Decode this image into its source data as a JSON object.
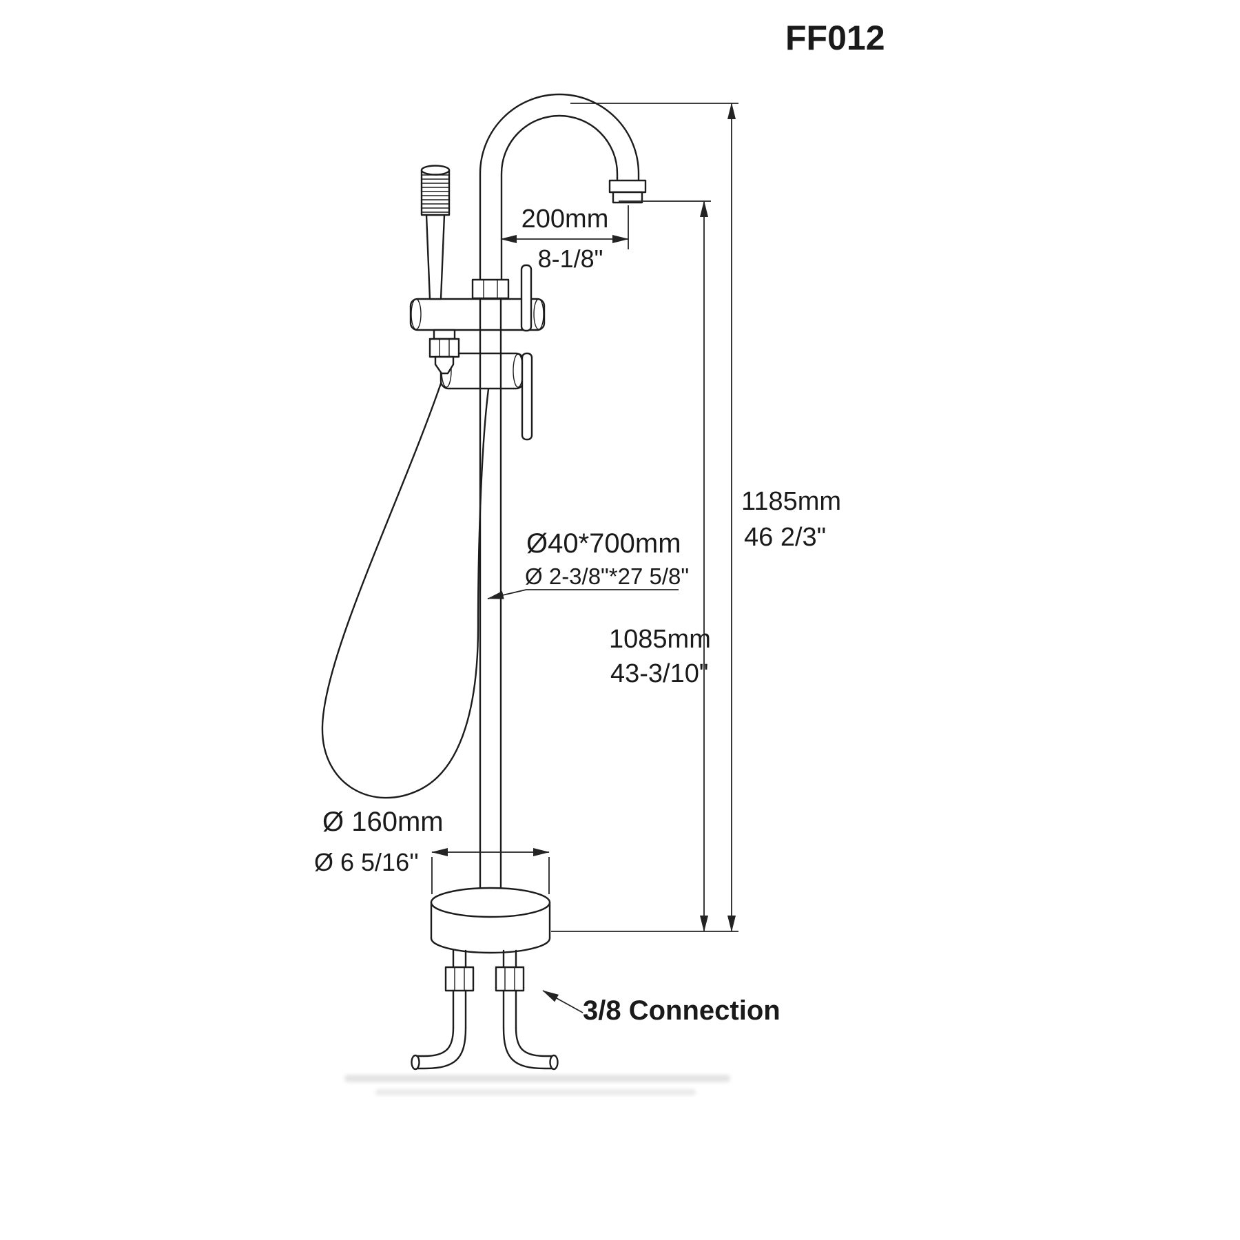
{
  "title": "FF012",
  "dimensions": {
    "spout_reach": {
      "mm": "200mm",
      "inch": "8-1/8\""
    },
    "riser_pipe": {
      "mm": "Ø40*700mm",
      "inch": "Ø 2-3/8\"*27 5/8\""
    },
    "overall_height": {
      "mm": "1185mm",
      "inch": "46 2/3\""
    },
    "spout_height": {
      "mm": "1085mm",
      "inch": "43-3/10\""
    },
    "base_diameter": {
      "mm": "Ø 160mm",
      "inch": "Ø 6 5/16''"
    },
    "inlet_connection": {
      "label": "3/8 Connection"
    }
  },
  "colors": {
    "line": "#1c1c1c",
    "background": "#ffffff"
  }
}
